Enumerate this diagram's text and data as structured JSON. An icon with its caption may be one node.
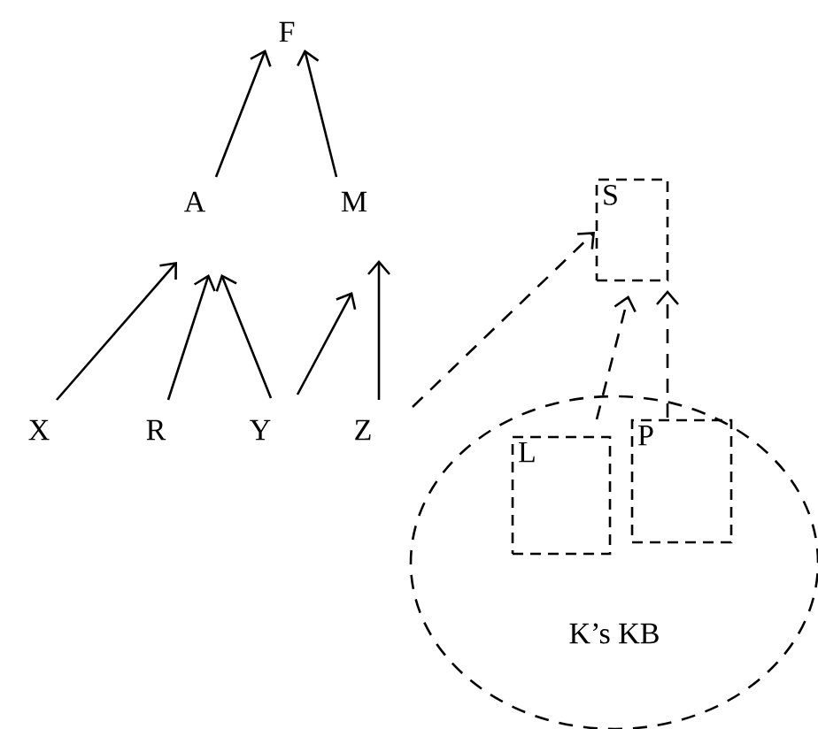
{
  "diagram": {
    "nodes": [
      {
        "text": [
          "F"
        ]
      },
      {
        "text": [
          "A"
        ]
      },
      {
        "text": [
          "M"
        ]
      },
      {
        "text": [
          "S"
        ]
      },
      {
        "text": [
          "X"
        ]
      },
      {
        "text": [
          "R"
        ]
      },
      {
        "text": [
          "Y"
        ]
      },
      {
        "text": [
          "Z"
        ]
      },
      {
        "text": [
          "K’s KB"
        ]
      },
      {
        "text": [
          "L"
        ],
        "in": 8
      },
      {
        "text": [
          "P"
        ],
        "in": 8
      }
    ],
    "edges": [
      {
        "from": 1,
        "to": 0,
        "arrow": "to"
      },
      {
        "from": 2,
        "to": 0,
        "arrow": "to"
      },
      {
        "from": 4,
        "to": 1,
        "arrow": "to"
      },
      {
        "from": 5,
        "to": 1,
        "arrow": "to"
      },
      {
        "from": 6,
        "to": 1,
        "arrow": "to"
      },
      {
        "from": 6,
        "to": 2,
        "arrow": "to"
      },
      {
        "from": 7,
        "to": 2,
        "arrow": "to"
      },
      {
        "from": 7,
        "to": 3,
        "arrow": "to",
        "style": "dashed"
      },
      {
        "from": 9,
        "to": 3,
        "arrow": "to",
        "style": "dashed"
      },
      {
        "from": 10,
        "to": 3,
        "arrow": "to",
        "style": "dashed"
      }
    ]
  }
}
